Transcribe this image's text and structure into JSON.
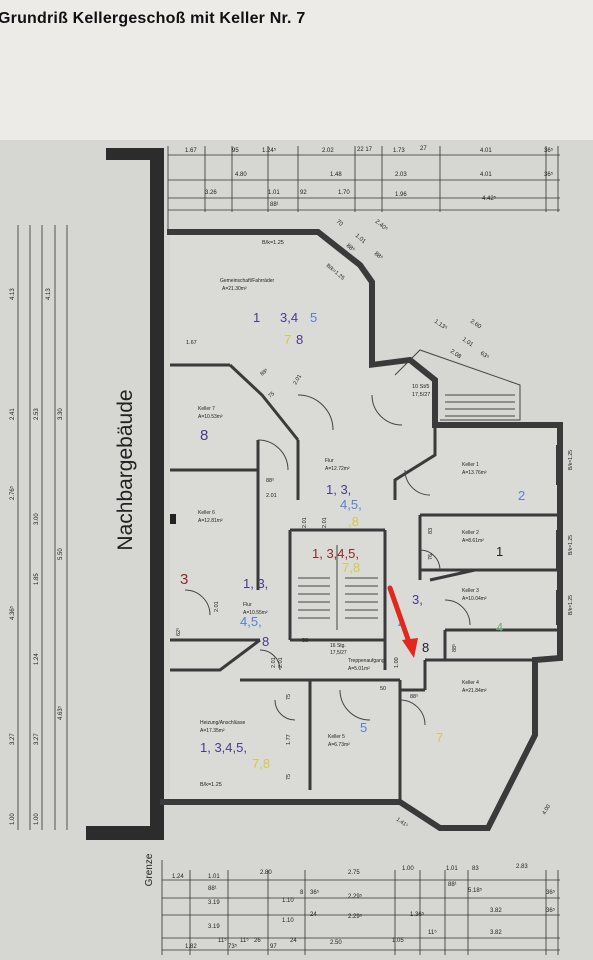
{
  "title": "Grundriß Kellergeschoß mit Keller Nr. 7",
  "neighbor_label": "Nachbargebäude",
  "border_label": "Grenze",
  "colors": {
    "wall": "#3a3a3a",
    "floor": "#dadad6",
    "arrow": "#e0281f",
    "marker_blue": "#5a7fd6",
    "marker_yellow": "#d9c74a",
    "marker_purple": "#4a3a8a",
    "marker_green": "#6fae7a"
  },
  "rooms": {
    "gemeinschaft": {
      "name": "Gemeinschaft/Fahrräder",
      "area": "A=21.30m²",
      "mark_purple": "1",
      "mark_purple2": "3,4",
      "mark_blue": "5",
      "mark_yellow": "7",
      "mark_purple3": "8"
    },
    "keller7": {
      "name": "Keller 7",
      "area": "A=10.53m²",
      "mark": "8"
    },
    "flur_top": {
      "name": "Flur",
      "area": "A=12.72m²",
      "mark": "1, 3,",
      "mark2": "4,5,",
      "mark3": ",8"
    },
    "keller6": {
      "name": "Keller 6",
      "area": "A=12.81m²",
      "mark": "3"
    },
    "flur_mid": {
      "name": "Flur",
      "area": "A=10.55m²",
      "mark": "1, 3,",
      "mark2": "4,5,",
      "mark3": "8"
    },
    "heizung": {
      "name": "Heizung/Anschlüsse",
      "area": "A=17.35m²",
      "mark": "1, 3,4,5,",
      "mark2": "7,8"
    },
    "keller5": {
      "name": "Keller 5",
      "area": "A=6.73m²",
      "mark": "5"
    },
    "keller1": {
      "name": "Keller 1",
      "area": "A=13.76m²",
      "mark": "2"
    },
    "keller2": {
      "name": "Keller 2",
      "area": "A=8.61m²",
      "mark": "1"
    },
    "keller3": {
      "name": "Keller 3",
      "area": "A=10.04m²",
      "mark": "4"
    },
    "keller4": {
      "name": "Keller 4",
      "area": "A=21.84m²",
      "mark": "7"
    },
    "treppe": {
      "name": "16 Stg.",
      "sub": "17,5/27",
      "label": "Treppenaufgang",
      "area": "A=5.01m²",
      "mark": "1, 3,4,5,",
      "mark2": "7,8"
    },
    "corridor_marks": {
      "m1": "3,",
      "m2": "4",
      "m3": "8"
    }
  },
  "dims_top": {
    "row1": [
      "1.67",
      "95",
      "1.24⁵",
      "2.02",
      "22 17",
      "1.73",
      "27",
      "4.01",
      "36⁵"
    ],
    "row2": [
      "4.80",
      "1.48",
      "2.03",
      "4.01",
      "36⁵"
    ],
    "row3": [
      "3.26",
      "1.01",
      "92",
      "1.70",
      "1.96",
      "4.42⁵"
    ],
    "row3b": [
      "88¹"
    ]
  },
  "dims_bottom": {
    "row1": [
      "1.24",
      "1.01",
      "2.80",
      "2.75",
      "1.00",
      "1.01",
      "83",
      "2.83"
    ],
    "row1b": [
      "88¹",
      "88¹"
    ],
    "row2": [
      "3.19",
      "1.10",
      "8",
      "36⁵",
      "2.29⁵",
      "5.18⁵",
      "36⁵"
    ],
    "row3": [
      "3.19",
      "1.10",
      "24",
      "2.29⁵",
      "1.36⁵",
      "3.82",
      "36⁵"
    ],
    "row4": [
      "1.82",
      "11⁵",
      "73⁵",
      "11⁵",
      "26",
      "97",
      "24",
      "2.50",
      "1.05",
      "11⁵",
      "3.82"
    ]
  },
  "dims_left": [
    "4.13",
    "4.13",
    "2.41",
    "2.53",
    "3.30",
    "2.76⁵",
    "3.00",
    "5.50",
    "1.85",
    "4.36⁵",
    "1.24",
    "3.27",
    "3.27",
    "4.63⁵",
    "1.00",
    "1.00"
  ],
  "dims_right": [
    "B/k=1.25",
    "B/k=1.25",
    "B/k=1.25"
  ],
  "diag_dims": [
    "70",
    "1.01",
    "2.40⁵",
    "88⁵",
    "88⁵",
    "1.13⁵",
    "2.60",
    "1.01",
    "2.08",
    "63⁵"
  ],
  "small_dims": [
    "1.67",
    "88⁵",
    "75",
    "2.01",
    "88⁵",
    "2.01",
    "2.01",
    "2.01",
    "62⁵",
    "50",
    "2.01",
    "1.00",
    "50",
    "88⁵",
    "88⁵",
    "2.01",
    "2.01",
    "76",
    "83",
    "1.77",
    "75",
    "75",
    "1.41⁵",
    "4.00",
    "10 St/5",
    "17,5/27",
    "B/k=1.25",
    "B/k=1.25",
    "B/k=1.25"
  ]
}
